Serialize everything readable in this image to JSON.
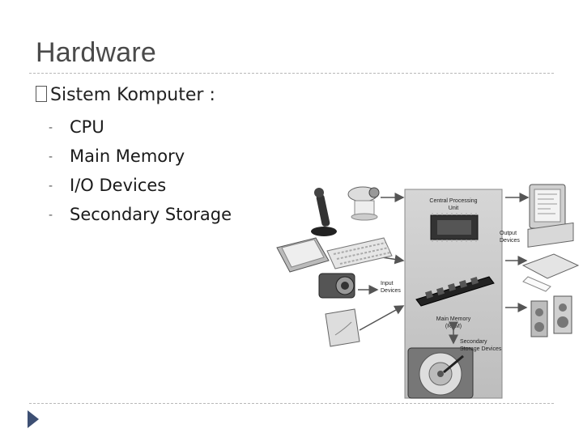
{
  "slide": {
    "title": "Hardware",
    "heading_glyph": "�",
    "heading": "Sistem Komputer :",
    "items": [
      {
        "dash": "-",
        "label": "CPU"
      },
      {
        "dash": "-",
        "label": "Main Memory"
      },
      {
        "dash": "-",
        "label": "I/O Devices"
      },
      {
        "dash": "-",
        "label": "Secondary Storage"
      }
    ]
  },
  "diagram": {
    "cpu_label": [
      "Central Processing",
      "Unit"
    ],
    "output_label": [
      "Output",
      "Devices"
    ],
    "input_label": [
      "Input",
      "Devices"
    ],
    "memory_label": [
      "Main Memory",
      "(RAM)"
    ],
    "storage_label": [
      "Secondary",
      "Storage Devices"
    ]
  },
  "colors": {
    "title": "#4a4a4a",
    "rule": "#b8b8b8",
    "nav_arrow": "#3d4f73",
    "diagram_panel": "#c9c9c9",
    "diagram_arrow": "#555555"
  }
}
